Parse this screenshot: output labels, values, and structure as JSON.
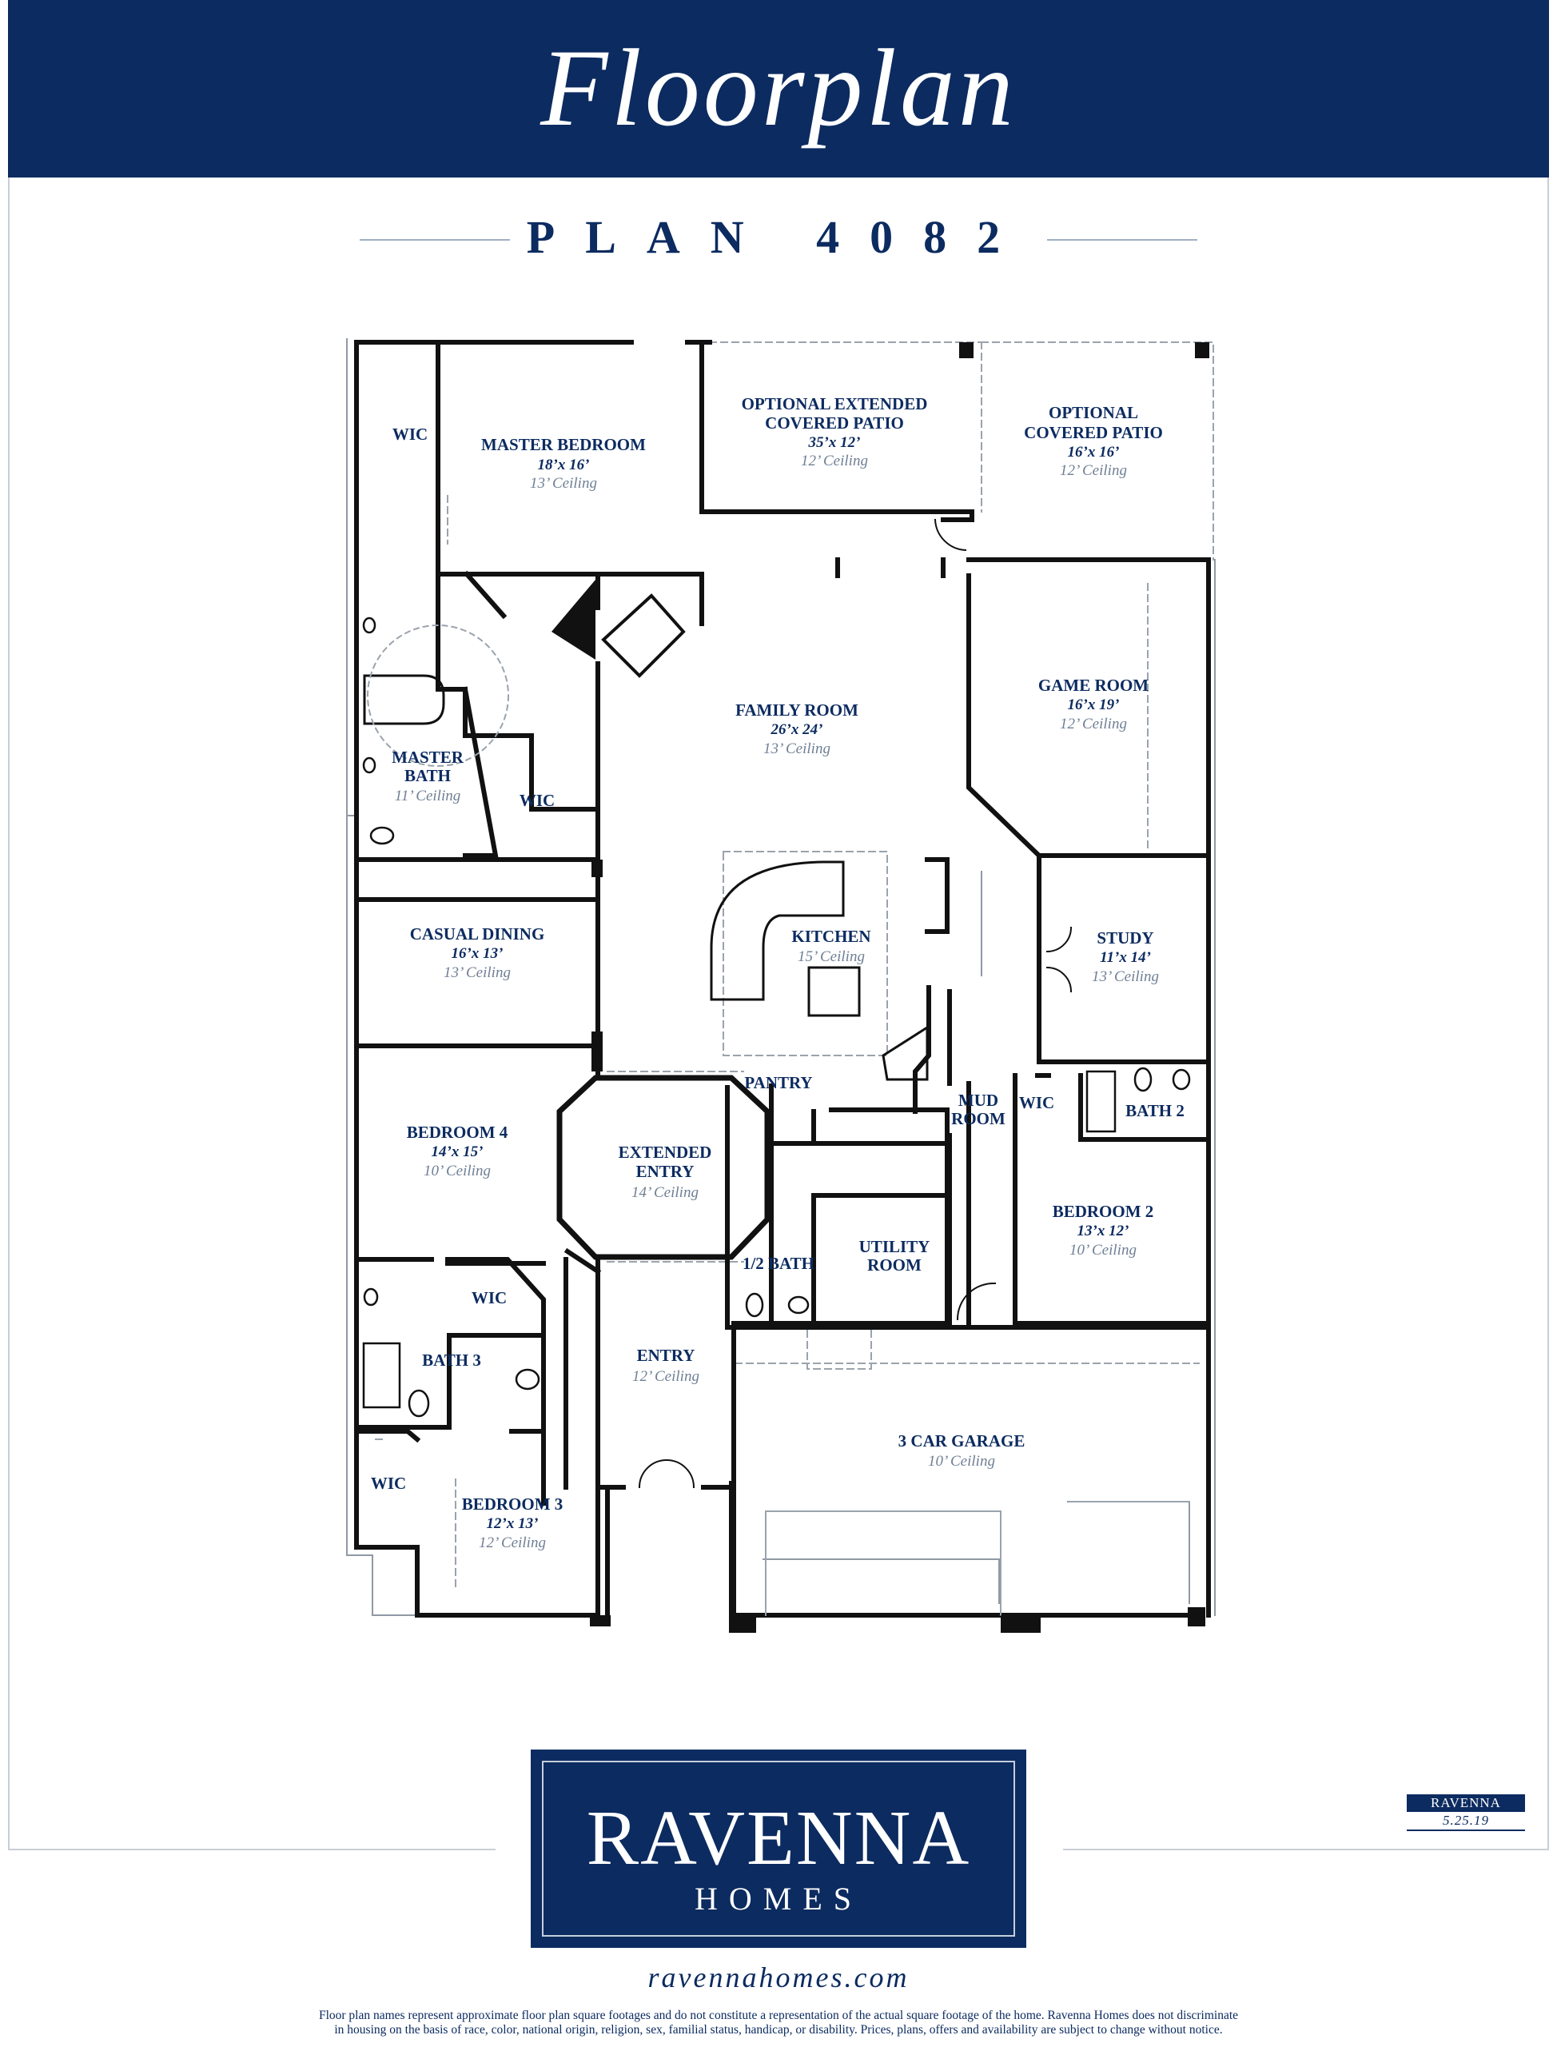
{
  "header": {
    "title": "Floorplan"
  },
  "plan_name": "PLAN 4082",
  "rooms": [
    {
      "name": [
        "WIC"
      ]
    },
    {
      "name": [
        "MASTER BEDROOM"
      ],
      "dimensions": "18’x 16’",
      "ceiling": "13’ Ceiling"
    },
    {
      "name": [
        "OPTIONAL EXTENDED",
        "COVERED PATIO"
      ],
      "dimensions": "35’x 12’",
      "ceiling": "12’ Ceiling"
    },
    {
      "name": [
        "OPTIONAL",
        "COVERED PATIO"
      ],
      "dimensions": "16’x 16’",
      "ceiling": "12’ Ceiling"
    },
    {
      "name": [
        "FAMILY ROOM"
      ],
      "dimensions": "26’x 24’",
      "ceiling": "13’ Ceiling"
    },
    {
      "name": [
        "GAME ROOM"
      ],
      "dimensions": "16’x 19’",
      "ceiling": "12’ Ceiling"
    },
    {
      "name": [
        "MASTER",
        "BATH"
      ],
      "ceiling": "11’ Ceiling"
    },
    {
      "name": [
        "WIC"
      ]
    },
    {
      "name": [
        "CASUAL DINING"
      ],
      "dimensions": "16’x 13’",
      "ceiling": "13’ Ceiling"
    },
    {
      "name": [
        "KITCHEN"
      ],
      "ceiling": "15’ Ceiling"
    },
    {
      "name": [
        "STUDY"
      ],
      "dimensions": "11’x 14’",
      "ceiling": "13’ Ceiling"
    },
    {
      "name": [
        "PANTRY"
      ]
    },
    {
      "name": [
        "MUD",
        "ROOM"
      ]
    },
    {
      "name": [
        "WIC"
      ]
    },
    {
      "name": [
        "BATH 2"
      ]
    },
    {
      "name": [
        "BEDROOM 4"
      ],
      "dimensions": "14’x 15’",
      "ceiling": "10’ Ceiling"
    },
    {
      "name": [
        "EXTENDED",
        "ENTRY"
      ],
      "ceiling": "14’ Ceiling"
    },
    {
      "name": [
        "BEDROOM 2"
      ],
      "dimensions": "13’x 12’",
      "ceiling": "10’ Ceiling"
    },
    {
      "name": [
        "1/2 BATH"
      ]
    },
    {
      "name": [
        "UTILITY",
        "ROOM"
      ]
    },
    {
      "name": [
        "WIC"
      ]
    },
    {
      "name": [
        "BATH 3"
      ]
    },
    {
      "name": [
        "ENTRY"
      ],
      "ceiling": "12’ Ceiling"
    },
    {
      "name": [
        "3 CAR GARAGE"
      ],
      "ceiling": "10’ Ceiling"
    },
    {
      "name": [
        "WIC"
      ]
    },
    {
      "name": [
        "BEDROOM 3"
      ],
      "dimensions": "12’x 13’",
      "ceiling": "12’ Ceiling"
    }
  ],
  "logo": {
    "name": "RAVENNA",
    "sub": "HOMES"
  },
  "website": "ravennahomes.com",
  "badge": {
    "name": "RAVENNA",
    "date": "5.25.19"
  },
  "disclaimer": [
    "Floor plan names represent approximate floor plan square footages and do not constitute a representation of the actual square footage of the home. Ravenna Homes does not discriminate",
    "in housing on the basis of race, color, national origin, religion, sex, familial status, handicap, or disability. Prices, plans, offers and availability are subject to change without notice."
  ],
  "colors": {
    "navy": "#0c2b60",
    "wall": "#111111",
    "ceiling_text": "#6f7f94",
    "frame": "#c9ced6"
  }
}
